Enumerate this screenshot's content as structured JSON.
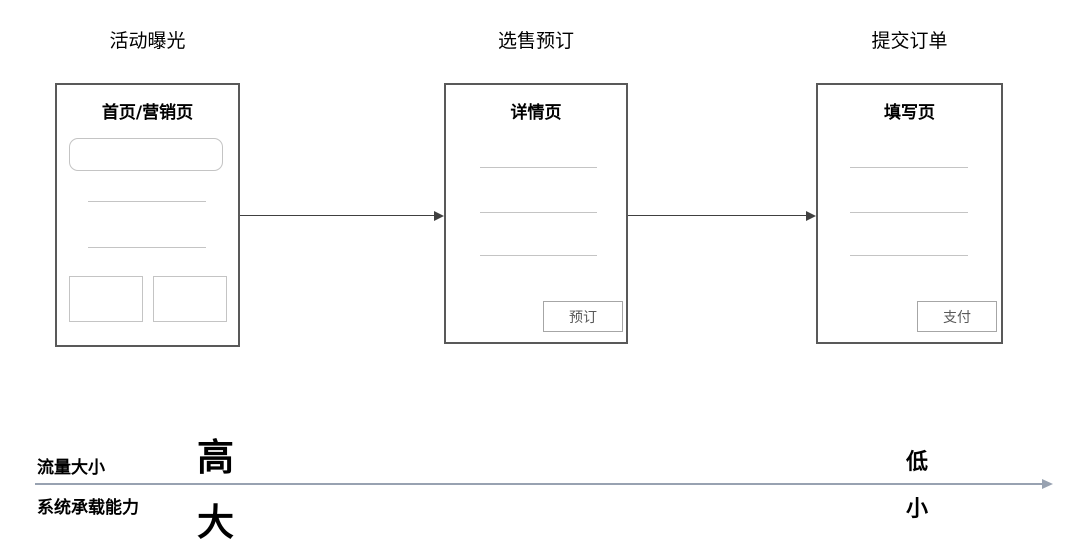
{
  "diagram": {
    "stages": [
      {
        "label": "活动曝光",
        "card_title": "首页/营销页"
      },
      {
        "label": "选售预订",
        "card_title": "详情页",
        "button_label": "预订"
      },
      {
        "label": "提交订单",
        "card_title": "填写页",
        "button_label": "支付"
      }
    ],
    "axis": {
      "row1_label": "流量大小",
      "row1_left_value": "高",
      "row1_right_value": "低",
      "row2_label": "系统承载能力",
      "row2_left_value": "大",
      "row2_right_value": "小"
    },
    "colors": {
      "card_border": "#595959",
      "placeholder_line": "#c4c4c4",
      "flow_arrow": "#404040",
      "axis_arrow": "#98a2b1",
      "button_border": "#a6a6a6",
      "button_text": "#595959"
    }
  }
}
